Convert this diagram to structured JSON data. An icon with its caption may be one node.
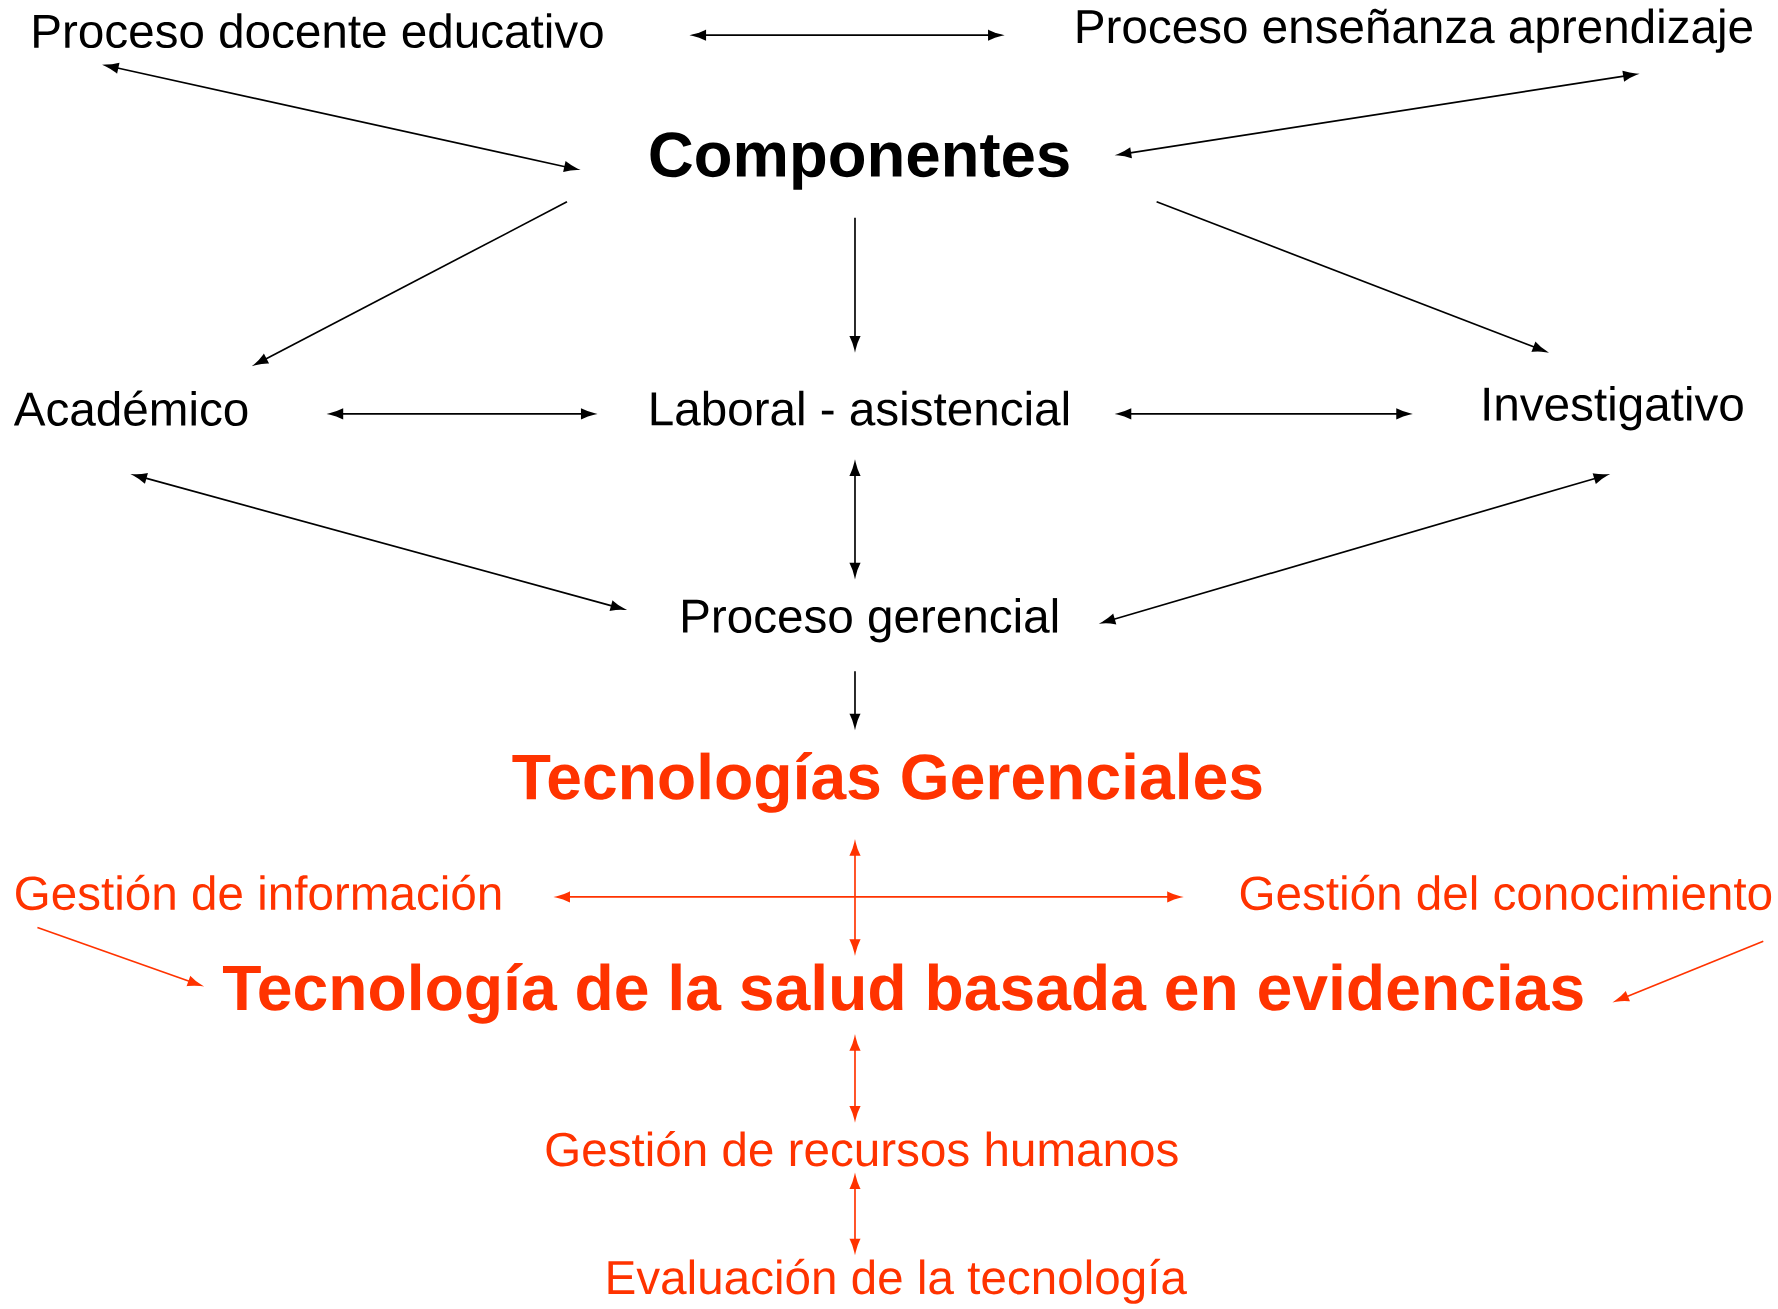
{
  "diagram": {
    "nodes": [
      {
        "text": [
          "Proceso docente educativo"
        ]
      },
      {
        "text": [
          "Proceso enseñanza aprendizaje"
        ]
      },
      {
        "text": [
          "Componentes"
        ]
      },
      {
        "text": [
          "Académico"
        ]
      },
      {
        "text": [
          "Laboral - asistencial"
        ]
      },
      {
        "text": [
          "Investigativo"
        ]
      },
      {
        "text": [
          "Proceso gerencial"
        ]
      },
      {
        "text": [
          "Tecnologías Gerenciales"
        ]
      },
      {
        "text": [
          "Gestión de información"
        ]
      },
      {
        "text": [
          "Gestión del conocimiento"
        ]
      },
      {
        "text": [
          "Tecnología de la salud basada en evidencias"
        ]
      },
      {
        "text": [
          "Gestión de recursos humanos"
        ]
      },
      {
        "text": [
          "Evaluación de la tecnología"
        ]
      }
    ],
    "edges": [
      {
        "from": 0,
        "to": 1,
        "arrow": "both"
      },
      {
        "from": 0,
        "to": 2,
        "arrow": "both"
      },
      {
        "from": 2,
        "to": 1,
        "arrow": "both"
      },
      {
        "from": 2,
        "to": 3,
        "arrow": "to"
      },
      {
        "from": 2,
        "to": 4,
        "arrow": "to"
      },
      {
        "from": 2,
        "to": 5,
        "arrow": "to"
      },
      {
        "from": 3,
        "to": 4,
        "arrow": "both"
      },
      {
        "from": 4,
        "to": 5,
        "arrow": "both"
      },
      {
        "from": 3,
        "to": 6,
        "arrow": "both"
      },
      {
        "from": 4,
        "to": 6,
        "arrow": "both"
      },
      {
        "from": 5,
        "to": 6,
        "arrow": "both"
      },
      {
        "from": 6,
        "to": 7,
        "arrow": "to"
      },
      {
        "from": 7,
        "to": 10,
        "arrow": "both",
        "color": "#ff3300"
      },
      {
        "from": 8,
        "to": 9,
        "arrow": "both",
        "color": "#ff3300"
      },
      {
        "from": 8,
        "to": 10,
        "arrow": "to",
        "color": "#ff3300"
      },
      {
        "from": 9,
        "to": 10,
        "arrow": "to",
        "color": "#ff3300"
      },
      {
        "from": 10,
        "to": 11,
        "arrow": "both",
        "color": "#ff3300"
      },
      {
        "from": 11,
        "to": 12,
        "arrow": "both",
        "color": "#ff3300"
      }
    ]
  }
}
